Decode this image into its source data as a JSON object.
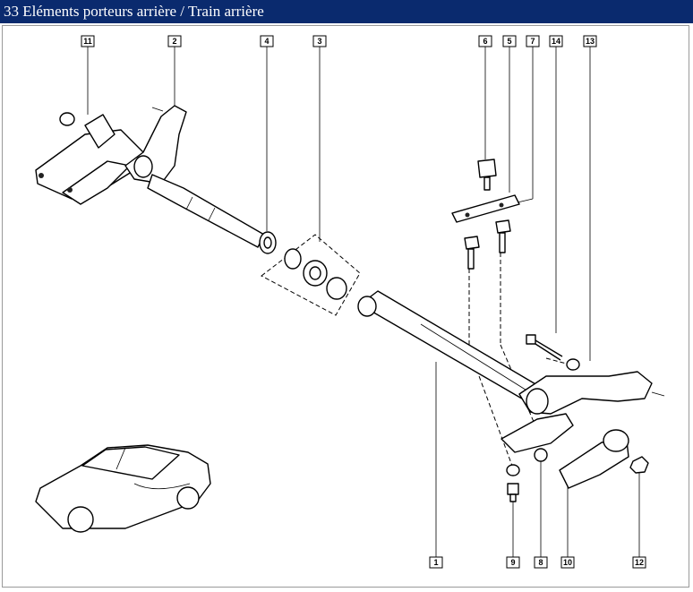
{
  "title": "33 Eléments porteurs arrière / Train arrière",
  "callouts": [
    "11",
    "2",
    "4",
    "3",
    "6",
    "5",
    "7",
    "14",
    "13",
    "1",
    "9",
    "8",
    "10",
    "12"
  ]
}
